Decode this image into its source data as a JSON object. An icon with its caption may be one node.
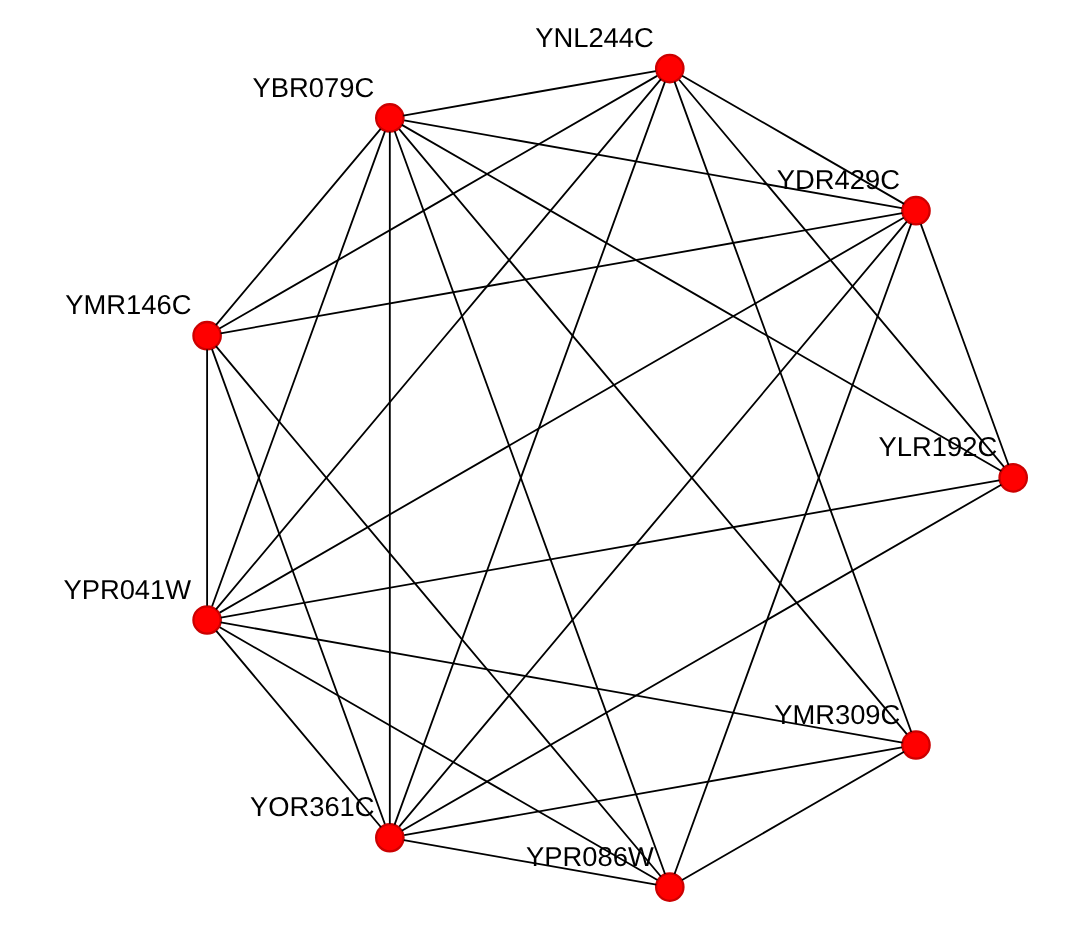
{
  "diagram": {
    "nodes": [
      {
        "text": [],
        "shape": "circle",
        "beside": [
          "YLR192C"
        ]
      },
      {
        "text": [],
        "shape": "circle",
        "beside": [
          "YMR146C"
        ]
      },
      {
        "text": [],
        "shape": "circle",
        "beside": [
          "YDR429C"
        ]
      },
      {
        "text": [],
        "shape": "circle",
        "beside": [
          "YMR309C"
        ]
      },
      {
        "text": [],
        "shape": "circle",
        "beside": [
          "YBR079C"
        ]
      },
      {
        "text": [],
        "shape": "circle",
        "beside": [
          "YNL244C"
        ]
      },
      {
        "text": [],
        "shape": "circle",
        "beside": [
          "YPR086W"
        ]
      },
      {
        "text": [],
        "shape": "circle",
        "beside": [
          "YOR361C"
        ]
      },
      {
        "text": [],
        "shape": "circle",
        "beside": [
          "YPR041W"
        ]
      }
    ],
    "edges": [
      {
        "from": 0,
        "to": 2,
        "arrow": "none"
      },
      {
        "from": 0,
        "to": 4,
        "arrow": "none"
      },
      {
        "from": 0,
        "to": 8,
        "arrow": "none"
      },
      {
        "from": 0,
        "to": 7,
        "arrow": "none"
      },
      {
        "from": 0,
        "to": 5,
        "arrow": "none"
      },
      {
        "from": 1,
        "to": 2,
        "arrow": "none"
      },
      {
        "from": 1,
        "to": 4,
        "arrow": "none"
      },
      {
        "from": 1,
        "to": 6,
        "arrow": "none"
      },
      {
        "from": 1,
        "to": 8,
        "arrow": "none"
      },
      {
        "from": 1,
        "to": 7,
        "arrow": "none"
      },
      {
        "from": 1,
        "to": 5,
        "arrow": "none"
      },
      {
        "from": 2,
        "to": 4,
        "arrow": "none"
      },
      {
        "from": 2,
        "to": 6,
        "arrow": "none"
      },
      {
        "from": 2,
        "to": 8,
        "arrow": "none"
      },
      {
        "from": 2,
        "to": 7,
        "arrow": "none"
      },
      {
        "from": 2,
        "to": 5,
        "arrow": "none"
      },
      {
        "from": 3,
        "to": 4,
        "arrow": "none"
      },
      {
        "from": 3,
        "to": 6,
        "arrow": "none"
      },
      {
        "from": 3,
        "to": 8,
        "arrow": "none"
      },
      {
        "from": 3,
        "to": 7,
        "arrow": "none"
      },
      {
        "from": 3,
        "to": 5,
        "arrow": "none"
      },
      {
        "from": 4,
        "to": 5,
        "arrow": "none"
      },
      {
        "from": 4,
        "to": 6,
        "arrow": "none"
      },
      {
        "from": 4,
        "to": 8,
        "arrow": "none"
      },
      {
        "from": 4,
        "to": 7,
        "arrow": "none"
      },
      {
        "from": 5,
        "to": 8,
        "arrow": "none"
      },
      {
        "from": 5,
        "to": 7,
        "arrow": "none"
      },
      {
        "from": 6,
        "to": 7,
        "arrow": "none"
      },
      {
        "from": 6,
        "to": 8,
        "arrow": "none"
      },
      {
        "from": 7,
        "to": 8,
        "arrow": "none"
      }
    ]
  }
}
